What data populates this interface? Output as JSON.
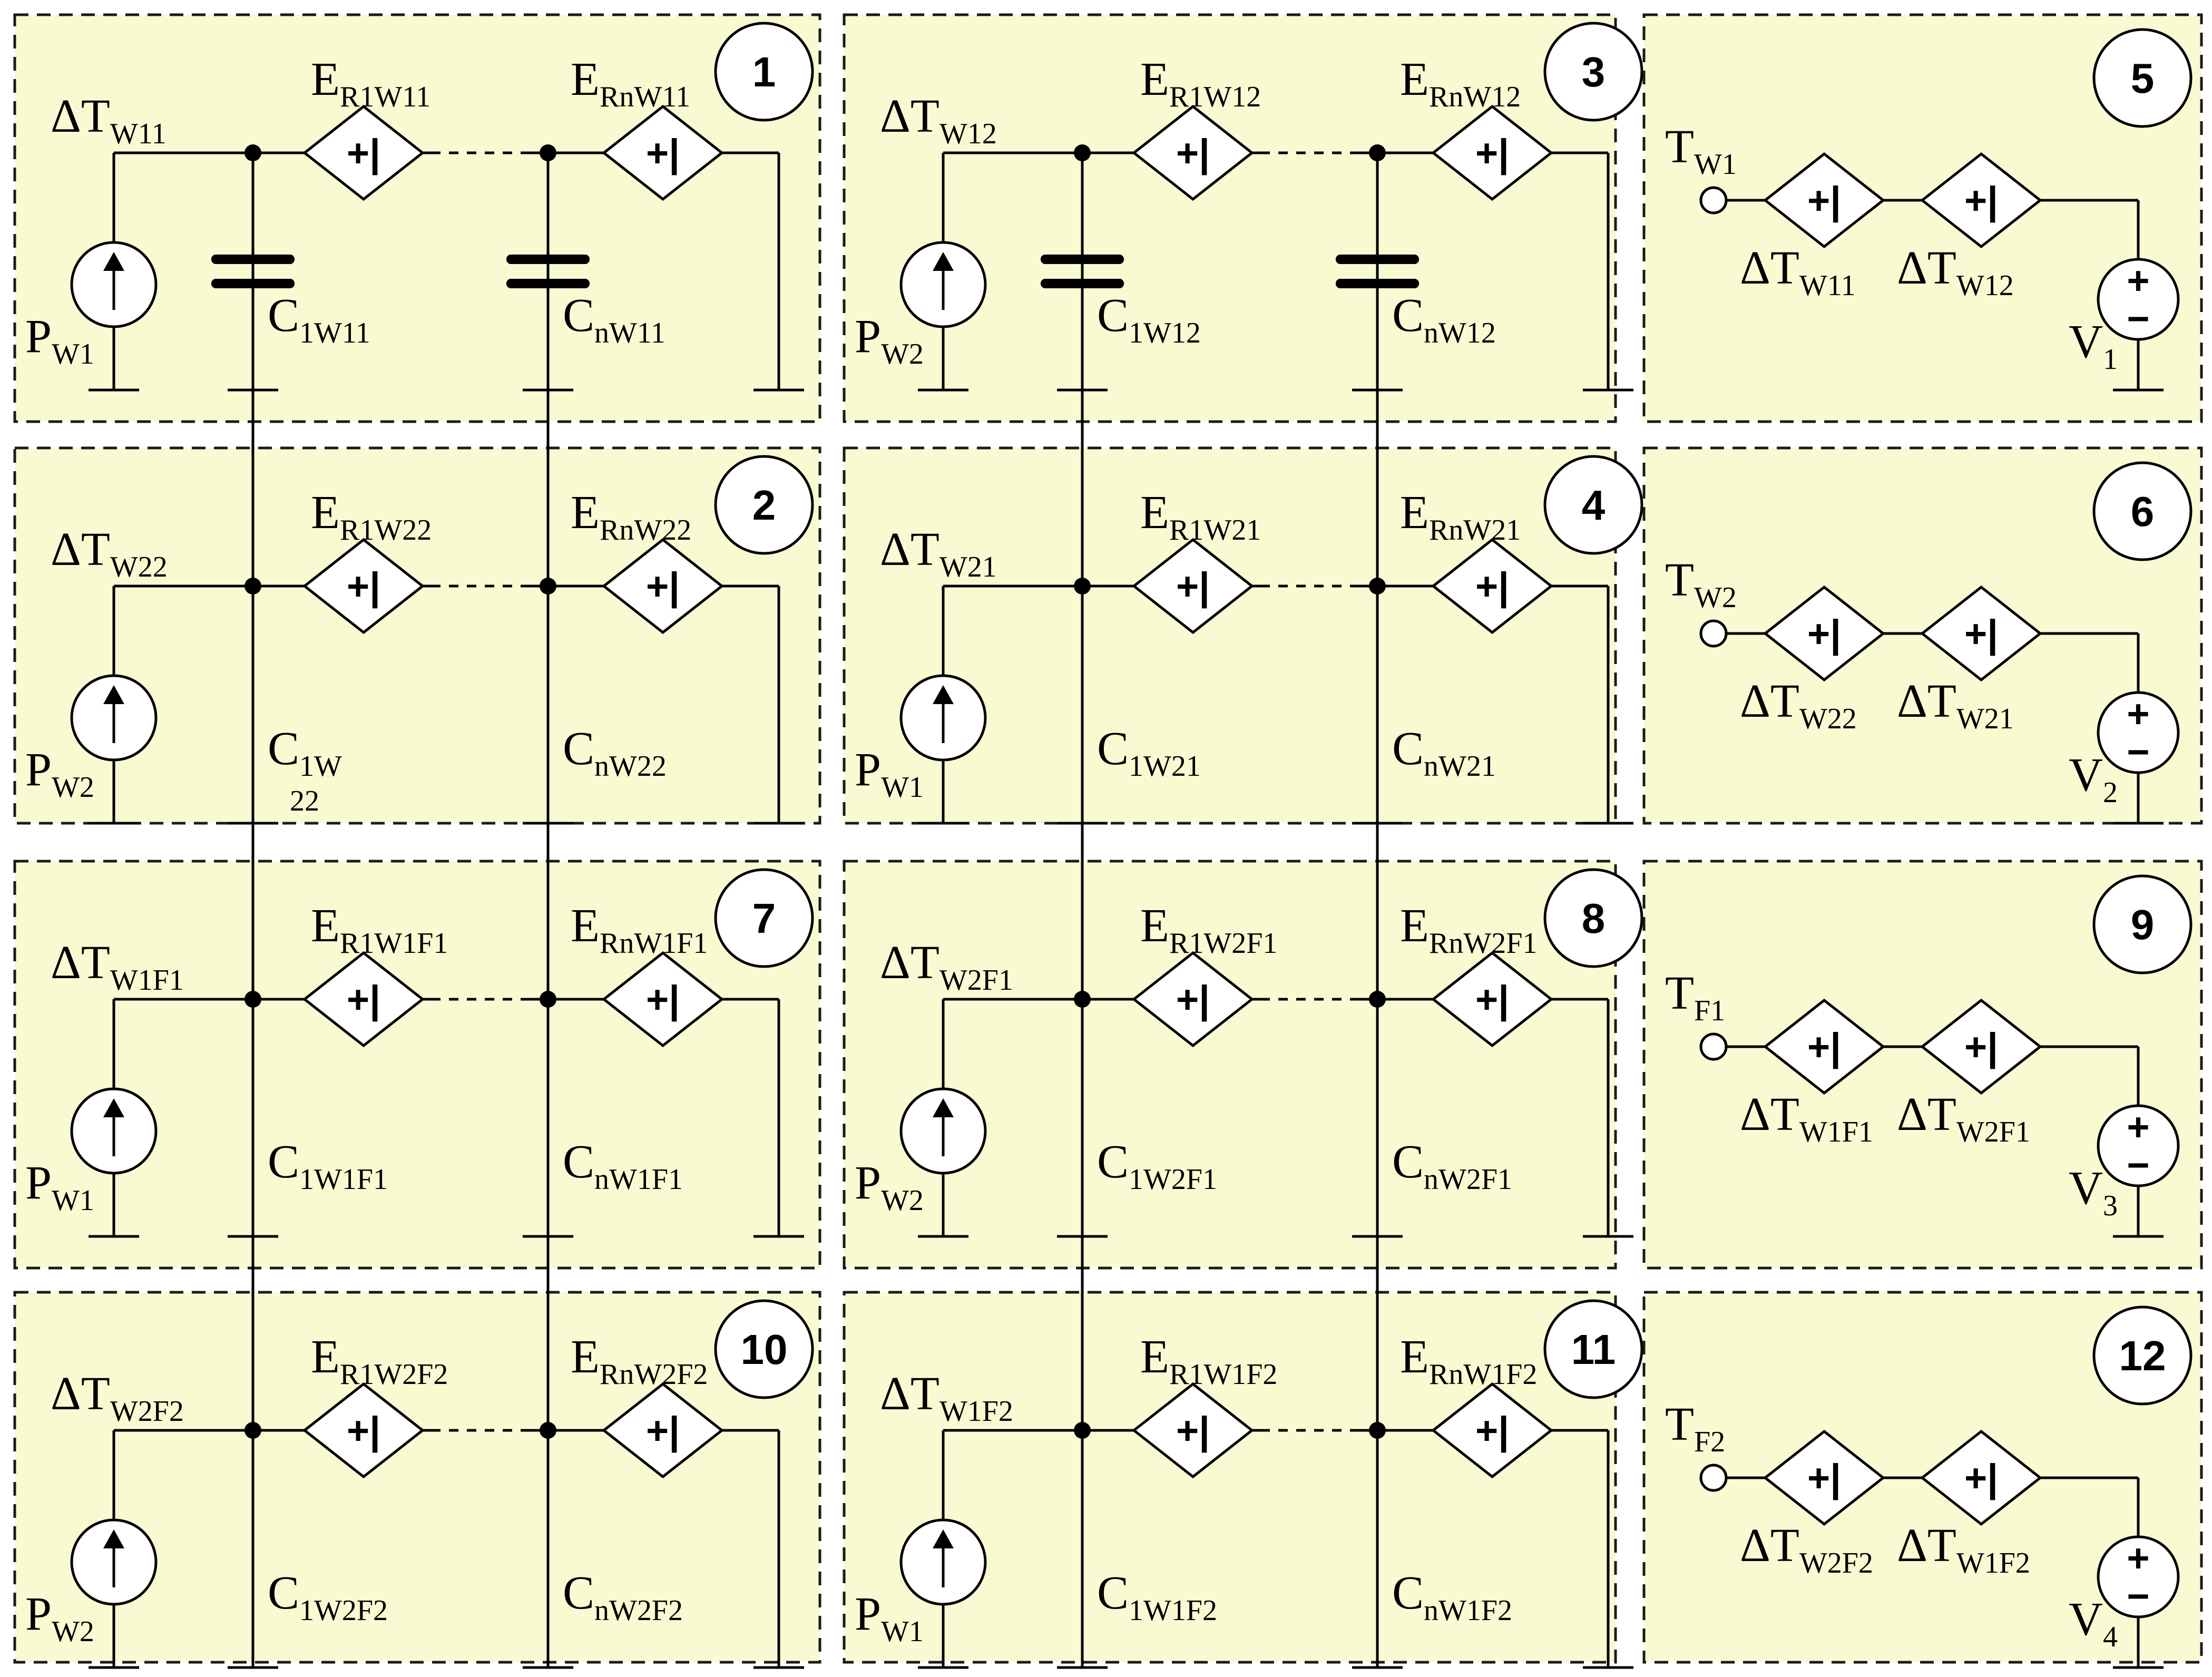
{
  "symbols": {
    "gain": "+|",
    "plus": "+",
    "minus": "−",
    "arrow": "↑"
  },
  "panels": [
    {
      "kind": "chain",
      "number": "1",
      "node": {
        "main": "ΔT",
        "sub": "W11"
      },
      "p": {
        "main": "P",
        "sub": "W1"
      },
      "e1": {
        "main": "E",
        "sub": "R1W11"
      },
      "en": {
        "main": "E",
        "sub": "RnW11"
      },
      "c1": {
        "main": "C",
        "sub": "1W11"
      },
      "cn": {
        "main": "C",
        "sub": "nW11"
      }
    },
    {
      "kind": "chain",
      "number": "3",
      "node": {
        "main": "ΔT",
        "sub": "W12"
      },
      "p": {
        "main": "P",
        "sub": "W2"
      },
      "e1": {
        "main": "E",
        "sub": "R1W12"
      },
      "en": {
        "main": "E",
        "sub": "RnW12"
      },
      "c1": {
        "main": "C",
        "sub": "1W12"
      },
      "cn": {
        "main": "C",
        "sub": "nW12"
      }
    },
    {
      "kind": "sum",
      "number": "5",
      "t": {
        "main": "T",
        "sub": "W1"
      },
      "d1": {
        "main": "ΔT",
        "sub": "W11"
      },
      "d2": {
        "main": "ΔT",
        "sub": "W12"
      },
      "v": {
        "main": "V",
        "sub": "1"
      }
    },
    {
      "kind": "chain",
      "number": "2",
      "node": {
        "main": "ΔT",
        "sub": "W22"
      },
      "p": {
        "main": "P",
        "sub": "W2"
      },
      "e1": {
        "main": "E",
        "sub": "R1W22"
      },
      "en": {
        "main": "E",
        "sub": "RnW22"
      },
      "c1": {
        "main": "C",
        "sub": "1W"
      },
      "c1extra": "22",
      "cn": {
        "main": "C",
        "sub": "nW22"
      }
    },
    {
      "kind": "chain",
      "number": "4",
      "node": {
        "main": "ΔT",
        "sub": "W21"
      },
      "p": {
        "main": "P",
        "sub": "W1"
      },
      "e1": {
        "main": "E",
        "sub": "R1W21"
      },
      "en": {
        "main": "E",
        "sub": "RnW21"
      },
      "c1": {
        "main": "C",
        "sub": "1W21"
      },
      "cn": {
        "main": "C",
        "sub": "nW21"
      }
    },
    {
      "kind": "sum",
      "number": "6",
      "t": {
        "main": "T",
        "sub": "W2"
      },
      "d1": {
        "main": "ΔT",
        "sub": "W22"
      },
      "d2": {
        "main": "ΔT",
        "sub": "W21"
      },
      "v": {
        "main": "V",
        "sub": "2"
      }
    },
    {
      "kind": "chain",
      "number": "7",
      "node": {
        "main": "ΔT",
        "sub": "W1F1"
      },
      "p": {
        "main": "P",
        "sub": "W1"
      },
      "e1": {
        "main": "E",
        "sub": "R1W1F1"
      },
      "en": {
        "main": "E",
        "sub": "RnW1F1"
      },
      "c1": {
        "main": "C",
        "sub": "1W1F1"
      },
      "cn": {
        "main": "C",
        "sub": "nW1F1"
      }
    },
    {
      "kind": "chain",
      "number": "8",
      "node": {
        "main": "ΔT",
        "sub": "W2F1"
      },
      "p": {
        "main": "P",
        "sub": "W2"
      },
      "e1": {
        "main": "E",
        "sub": "R1W2F1"
      },
      "en": {
        "main": "E",
        "sub": "RnW2F1"
      },
      "c1": {
        "main": "C",
        "sub": "1W2F1"
      },
      "cn": {
        "main": "C",
        "sub": "nW2F1"
      }
    },
    {
      "kind": "sum",
      "number": "9",
      "t": {
        "main": "T",
        "sub": "F1"
      },
      "d1": {
        "main": "ΔT",
        "sub": "W1F1"
      },
      "d2": {
        "main": "ΔT",
        "sub": "W2F1"
      },
      "v": {
        "main": "V",
        "sub": "3"
      }
    },
    {
      "kind": "chain",
      "number": "10",
      "node": {
        "main": "ΔT",
        "sub": "W2F2"
      },
      "p": {
        "main": "P",
        "sub": "W2"
      },
      "e1": {
        "main": "E",
        "sub": "R1W2F2"
      },
      "en": {
        "main": "E",
        "sub": "RnW2F2"
      },
      "c1": {
        "main": "C",
        "sub": "1W2F2"
      },
      "cn": {
        "main": "C",
        "sub": "nW2F2"
      }
    },
    {
      "kind": "chain",
      "number": "11",
      "node": {
        "main": "ΔT",
        "sub": "W1F2"
      },
      "p": {
        "main": "P",
        "sub": "W1"
      },
      "e1": {
        "main": "E",
        "sub": "R1W1F2"
      },
      "en": {
        "main": "E",
        "sub": "RnW1F2"
      },
      "c1": {
        "main": "C",
        "sub": "1W1F2"
      },
      "cn": {
        "main": "C",
        "sub": "nW1F2"
      }
    },
    {
      "kind": "sum",
      "number": "12",
      "t": {
        "main": "T",
        "sub": "F2"
      },
      "d1": {
        "main": "ΔT",
        "sub": "W2F2"
      },
      "d2": {
        "main": "ΔT",
        "sub": "W1F2"
      },
      "v": {
        "main": "V",
        "sub": "4"
      }
    }
  ]
}
